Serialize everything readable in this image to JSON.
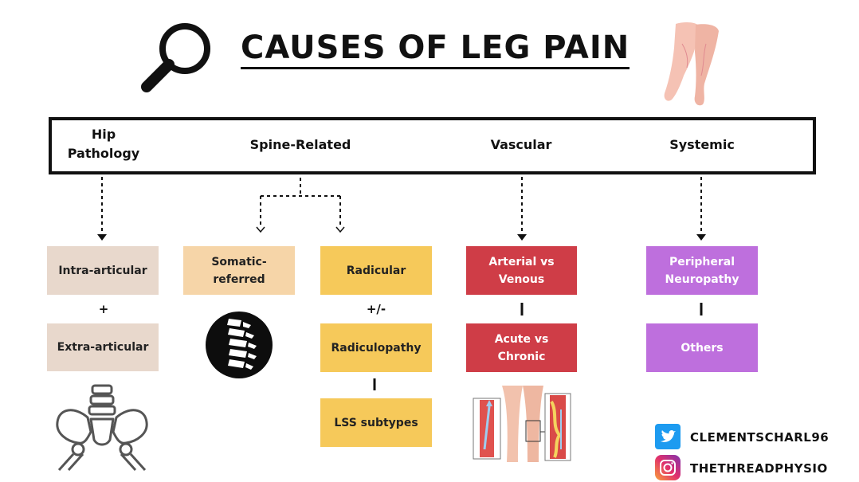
{
  "title": "CAUSES OF LEG PAIN",
  "categories": [
    {
      "line1": "Hip",
      "line2": "Pathology"
    },
    {
      "label": "Spine-Related"
    },
    {
      "label": "Vascular"
    },
    {
      "label": "Systemic"
    }
  ],
  "hip": {
    "box1": "Intra-articular",
    "op": "+",
    "box2": "Extra-articular"
  },
  "spine": {
    "somatic": "Somatic-referred",
    "radicular": "Radicular",
    "op": "+/-",
    "radiculopathy": "Radiculopathy",
    "lss": "LSS subtypes"
  },
  "vascular": {
    "box1_line1": "Arterial vs",
    "box1_line2": "Venous",
    "box2": "Acute vs Chronic"
  },
  "systemic": {
    "box1_line1": "Peripheral",
    "box1_line2": "Neuropathy",
    "box2": "Others"
  },
  "social": {
    "twitter": "CLEMENTSCHARL96",
    "instagram": "THETHREADPHYSIO"
  },
  "colors": {
    "beige": "#e8d8cc",
    "peach": "#f6d5a8",
    "yellow": "#f6c95a",
    "red": "#cf3d47",
    "purple": "#be6fdd"
  }
}
